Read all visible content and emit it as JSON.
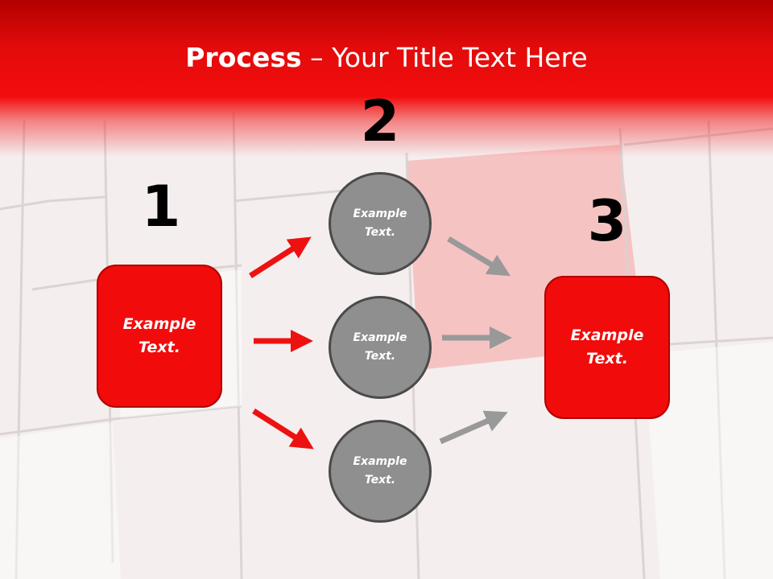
{
  "title": {
    "bold": "Process",
    "rest": " – Your Title Text Here"
  },
  "steps": [
    {
      "number": "1",
      "box_text": "Example\nText."
    },
    {
      "number": "2",
      "circles": [
        "Example\nText.",
        "Example\nText.",
        "Example\nText."
      ]
    },
    {
      "number": "3",
      "box_text": "Example\nText."
    }
  ],
  "colors": {
    "accent": "#f10b0b",
    "circle_fill": "#8f8f8f",
    "gray_arrow": "#999999",
    "red_arrow": "#ee1111"
  }
}
